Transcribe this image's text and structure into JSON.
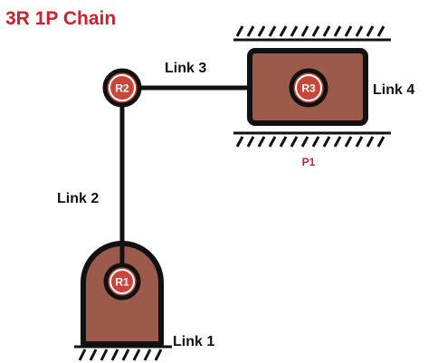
{
  "title": "3R 1P Chain",
  "joints": {
    "r1": "R1",
    "r2": "R2",
    "r3": "R3",
    "p1": "P1"
  },
  "links": {
    "link1": "Link 1",
    "link2": "Link 2",
    "link3": "Link 3",
    "link4": "Link 4"
  },
  "colors": {
    "accent_red": "#d0202b",
    "block_brown": "#9b5a4a",
    "joint_fill": "#c8473a",
    "line": "#111111"
  }
}
